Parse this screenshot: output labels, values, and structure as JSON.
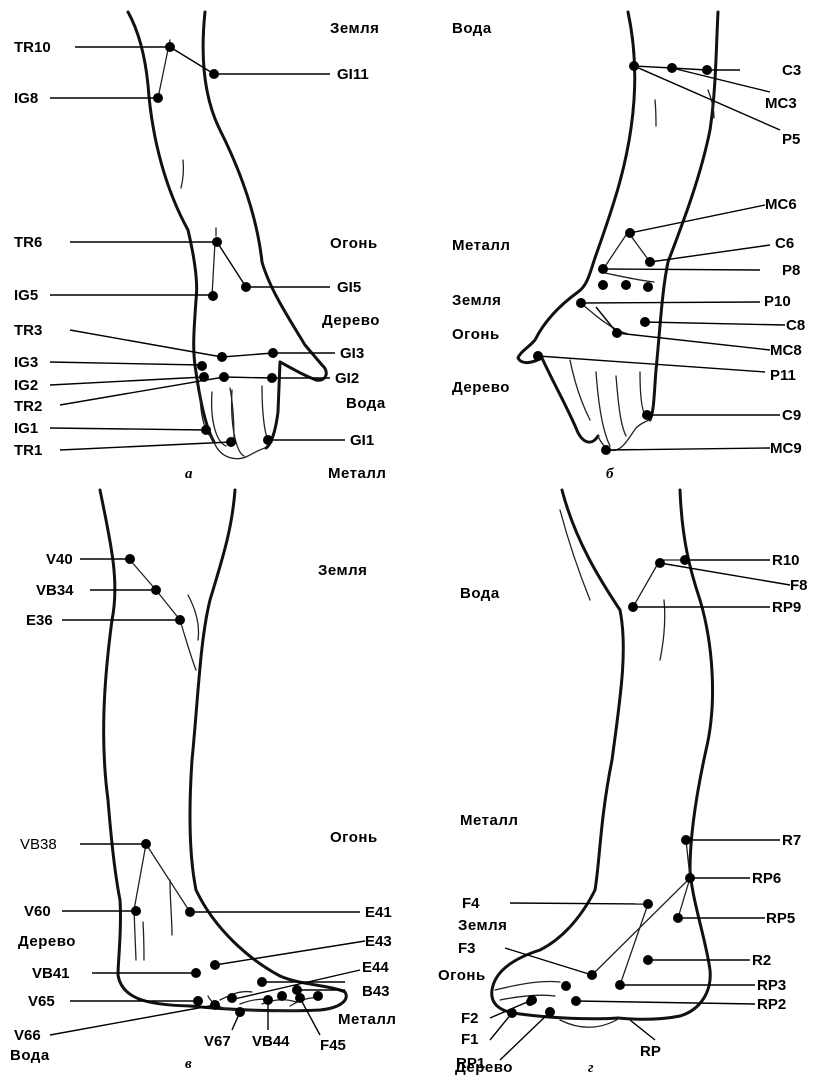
{
  "panels": {
    "a": {
      "letter": "а",
      "elements": {
        "earth": "Земля",
        "fire": "Огонь",
        "wood": "Дерево",
        "water": "Вода",
        "metal": "Металл"
      },
      "points": {
        "TR10": "TR10",
        "IG8": "IG8",
        "GI11": "GI11",
        "TR6": "TR6",
        "IG5": "IG5",
        "GI5": "GI5",
        "TR3": "TR3",
        "IG3": "IG3",
        "IG2": "IG2",
        "TR2": "TR2",
        "IG1": "IG1",
        "TR1": "TR1",
        "GI3": "GI3",
        "GI2": "GI2",
        "GI1": "GI1"
      }
    },
    "b": {
      "letter": "б",
      "elements": {
        "water": "Вода",
        "metal": "Металл",
        "earth": "Земля",
        "fire": "Огонь",
        "wood": "Дерево"
      },
      "points": {
        "C3": "C3",
        "MC3": "MC3",
        "P5": "P5",
        "MC6": "MC6",
        "C6": "C6",
        "P8": "P8",
        "P10": "P10",
        "C8": "C8",
        "MC8": "MC8",
        "P11": "P11",
        "C9": "C9",
        "MC9": "MC9"
      }
    },
    "c": {
      "letter": "в",
      "elements": {
        "earth": "Земля",
        "fire": "Огонь",
        "wood": "Дерево",
        "water": "Вода",
        "metal": "Металл"
      },
      "points": {
        "V40": "V40",
        "VB34": "VB34",
        "E36": "E36",
        "VB38": "VB38",
        "V60": "V60",
        "VB41": "VB41",
        "V65": "V65",
        "V66": "V66",
        "V67": "V67",
        "VB44": "VB44",
        "F45": "F45",
        "E41": "E41",
        "E43": "E43",
        "E44": "E44",
        "B43": "B43"
      }
    },
    "d": {
      "letter": "г",
      "elements": {
        "water": "Вода",
        "metal": "Металл",
        "earth": "Земля",
        "fire": "Огонь",
        "wood": "Дерево"
      },
      "points": {
        "R10": "R10",
        "F8": "F8",
        "RP9": "RP9",
        "R7": "R7",
        "RP6": "RP6",
        "F4": "F4",
        "RP5": "RP5",
        "F3": "F3",
        "R2": "R2",
        "F2": "F2",
        "F1": "F1",
        "RP3": "RP3",
        "RP2": "RP2",
        "RP1": "RP1",
        "RP": "RP"
      }
    }
  }
}
